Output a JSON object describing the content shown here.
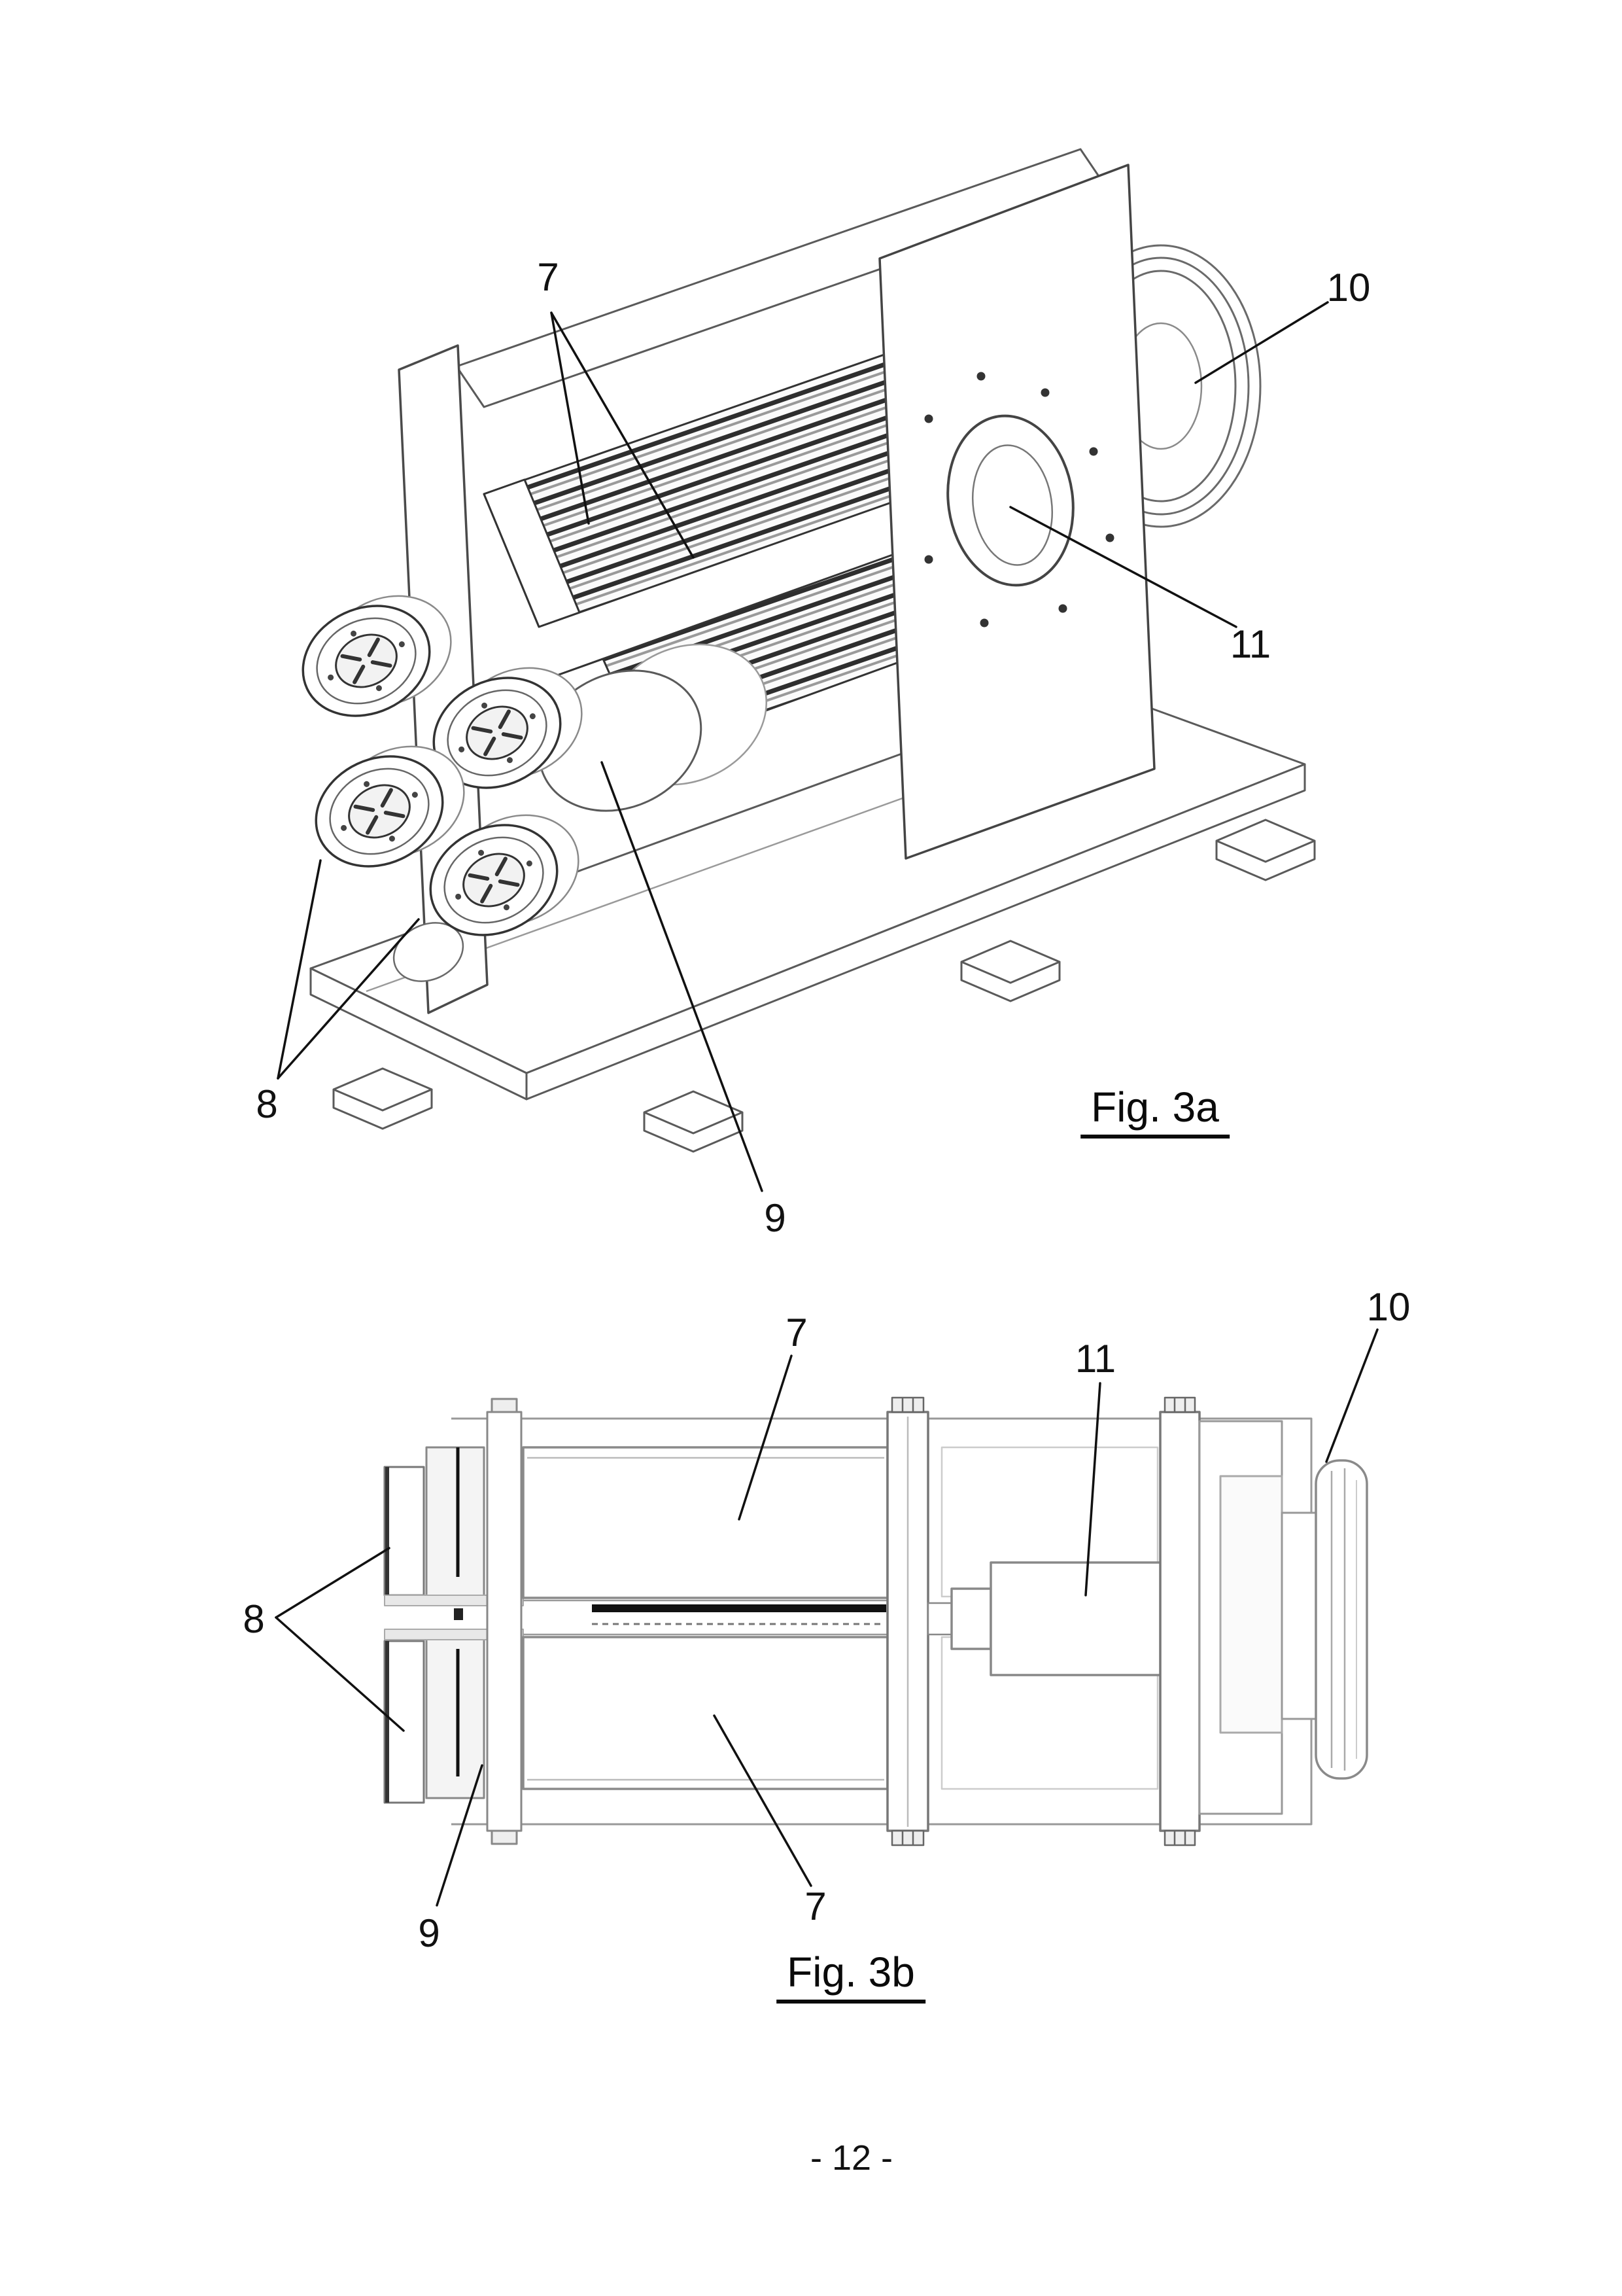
{
  "page": {
    "number": "- 12 -"
  },
  "fig3a": {
    "caption": "Fig. 3a",
    "ref7": "7",
    "ref8": "8",
    "ref9": "9",
    "ref10": "10",
    "ref11": "11"
  },
  "fig3b": {
    "caption": "Fig. 3b",
    "ref7_top": "7",
    "ref7_bottom": "7",
    "ref8": "8",
    "ref9": "9",
    "ref10": "10",
    "ref11": "11"
  }
}
